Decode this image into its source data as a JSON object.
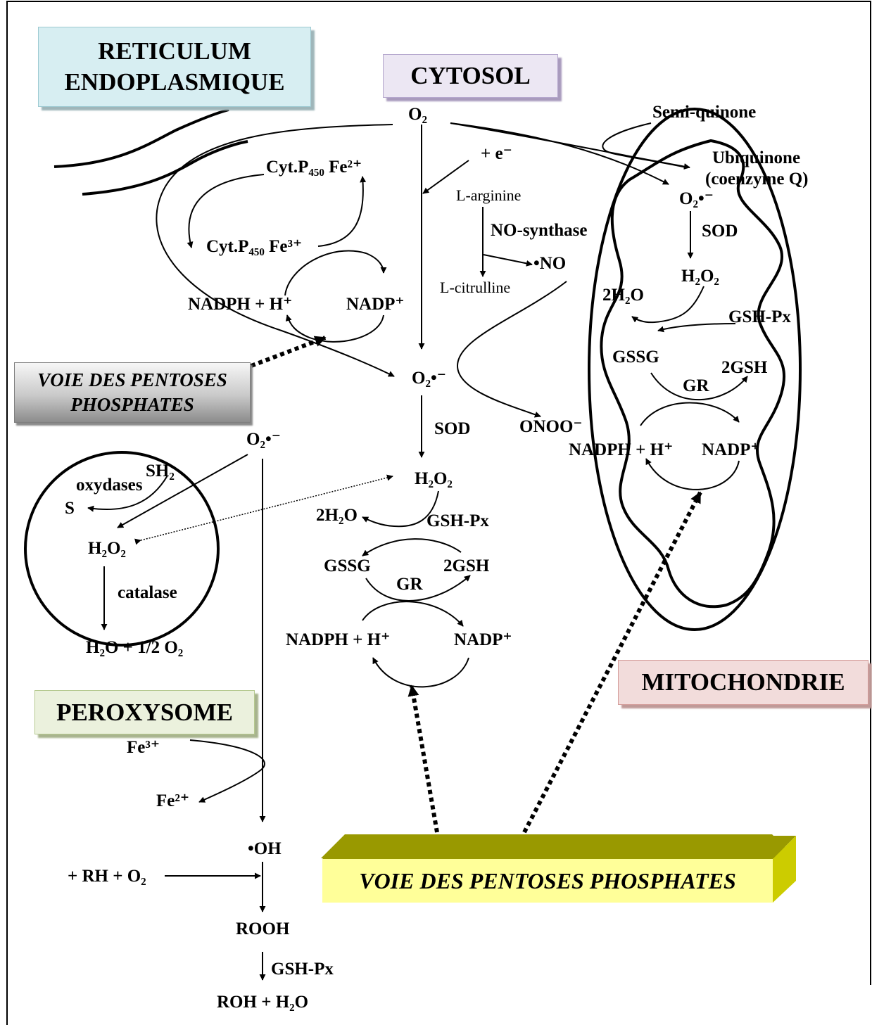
{
  "compartments": {
    "reticulum_line1": "RETICULUM",
    "reticulum_line2": "ENDOPLASMIQUE",
    "cytosol": "CYTOSOL",
    "peroxysome": "PEROXYSOME",
    "mitochondrie": "MITOCHONDRIE"
  },
  "pentose_left": {
    "line1": "VOIE DES PENTOSES",
    "line2": "PHOSPHATES"
  },
  "pentose_bottom": "VOIE DES PENTOSES PHOSPHATES",
  "species": {
    "o2_top": "O₂",
    "plus_e": "+ e⁻",
    "cyt_fe2": "Cyt.P₄₅₀ Fe²⁺",
    "cyt_fe3": "Cyt.P₄₅₀ Fe³⁺",
    "nadph_left": "NADPH + H⁺",
    "nadp_left": "NADP⁺",
    "l_arginine": "L-arginine",
    "no_synthase": "NO-synthase",
    "no_radical": "•NO",
    "l_citrulline": "L-citrulline",
    "o2_radical_center": "O₂•⁻",
    "sod_center": "SOD",
    "onoo": "ONOO⁻",
    "h2o2_center": "H₂O₂",
    "two_h2o_center": "2H₂O",
    "gshpx_center": "GSH-Px",
    "gssg_center": "GSSG",
    "twogsh_center": "2GSH",
    "gr_center": "GR",
    "nadph_center": "NADPH + H⁺",
    "nadp_center": "NADP⁺",
    "o2_radical_perox": "O₂•⁻",
    "sh2": "SH₂",
    "oxydases": "oxydases",
    "s": "S",
    "h2o2_perox": "H₂O₂",
    "catalase": "catalase",
    "h2o_half_o2": "H₂O + 1/2 O₂",
    "fe3": "Fe³⁺",
    "fe2": "Fe²⁺",
    "oh_radical": "•OH",
    "rh_o2": "+ RH + O₂",
    "rooh": "ROOH",
    "gshpx_bottom": "GSH-Px",
    "roh_h2o": "ROH + H₂O",
    "semiquinone": "Semi-quinone",
    "ubiquinone": "Ubiquinone",
    "coenzyme_q": "(coenzyme Q)",
    "o2_radical_mito": "O₂•⁻",
    "sod_mito": "SOD",
    "h2o2_mito": "H₂O₂",
    "two_h2o_mito": "2H₂O",
    "gshpx_mito": "GSH-Px",
    "gssg_mito": "GSSG",
    "twogsh_mito": "2GSH",
    "gr_mito": "GR",
    "nadph_mito": "NADPH + H⁺",
    "nadp_mito": "NADP⁺"
  },
  "colors": {
    "reticulum_fill": "#d7eef2",
    "cytosol_fill": "#ece7f3",
    "peroxysome_fill": "#ebf1dd",
    "mitochondrie_fill": "#f2dcdb",
    "pentose_left_fill": "#a6a6a6",
    "pentose_bottom_front": "#ffff99",
    "pentose_bottom_top": "#999900",
    "pentose_bottom_side": "#cccc00"
  }
}
